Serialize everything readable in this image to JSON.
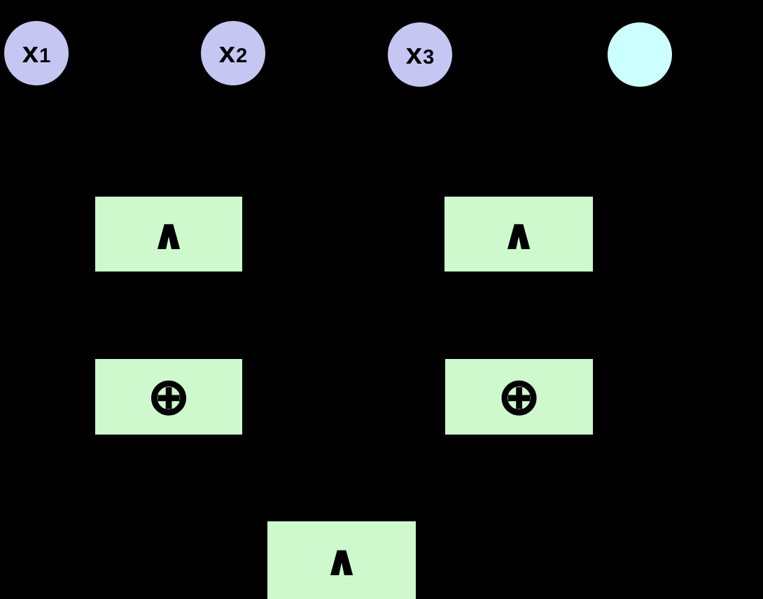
{
  "diagram": {
    "background_color": "#000000",
    "colors": {
      "input_node_fill": "#c5c7f2",
      "constant_node_fill": "#ccffff",
      "gate_box_fill": "#cdf9cc",
      "symbol_color": "#000000"
    },
    "nodes": [
      {
        "id": "x1",
        "kind": "input",
        "label": "x",
        "subscript": "1",
        "fill": "#c5c7f2"
      },
      {
        "id": "x2",
        "kind": "input",
        "label": "x",
        "subscript": "2",
        "fill": "#c5c7f2"
      },
      {
        "id": "x3",
        "kind": "input",
        "label": "x",
        "subscript": "3",
        "fill": "#c5c7f2"
      },
      {
        "id": "unlabeled",
        "kind": "constant",
        "label": "",
        "subscript": "",
        "fill": "#ccffff"
      }
    ],
    "gates": [
      {
        "id": "and-top-left",
        "op": "AND",
        "symbol": "∧",
        "fill": "#cdf9cc"
      },
      {
        "id": "and-top-right",
        "op": "AND",
        "symbol": "∧",
        "fill": "#cdf9cc"
      },
      {
        "id": "xor-left",
        "op": "XOR",
        "symbol": "⊕",
        "fill": "#cdf9cc"
      },
      {
        "id": "xor-right",
        "op": "XOR",
        "symbol": "⊕",
        "fill": "#cdf9cc"
      },
      {
        "id": "and-bottom",
        "op": "AND",
        "symbol": "∧",
        "fill": "#cdf9cc"
      }
    ]
  }
}
